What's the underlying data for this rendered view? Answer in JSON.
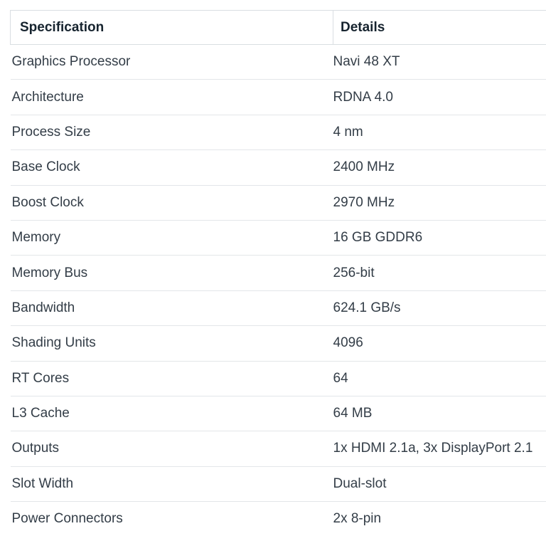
{
  "table": {
    "columns": [
      {
        "label": "Specification"
      },
      {
        "label": "Details"
      }
    ],
    "rows": [
      {
        "spec": "Graphics Processor",
        "details": "Navi 48 XT"
      },
      {
        "spec": "Architecture",
        "details": "RDNA 4.0"
      },
      {
        "spec": "Process Size",
        "details": "4 nm"
      },
      {
        "spec": "Base Clock",
        "details": "2400 MHz"
      },
      {
        "spec": "Boost Clock",
        "details": "2970 MHz"
      },
      {
        "spec": "Memory",
        "details": "16 GB GDDR6"
      },
      {
        "spec": "Memory Bus",
        "details": "256-bit"
      },
      {
        "spec": "Bandwidth",
        "details": "624.1 GB/s"
      },
      {
        "spec": "Shading Units",
        "details": "4096"
      },
      {
        "spec": "RT Cores",
        "details": "64"
      },
      {
        "spec": "L3 Cache",
        "details": "64 MB"
      },
      {
        "spec": "Outputs",
        "details": "1x HDMI 2.1a, 3x DisplayPort 2.1"
      },
      {
        "spec": "Slot Width",
        "details": "Dual-slot"
      },
      {
        "spec": "Power Connectors",
        "details": "2x 8-pin"
      }
    ],
    "colors": {
      "header_text": "#17242f",
      "body_text": "#333d47",
      "header_border": "#d9dee2",
      "row_divider": "#e3e6e9",
      "background": "#ffffff"
    }
  }
}
